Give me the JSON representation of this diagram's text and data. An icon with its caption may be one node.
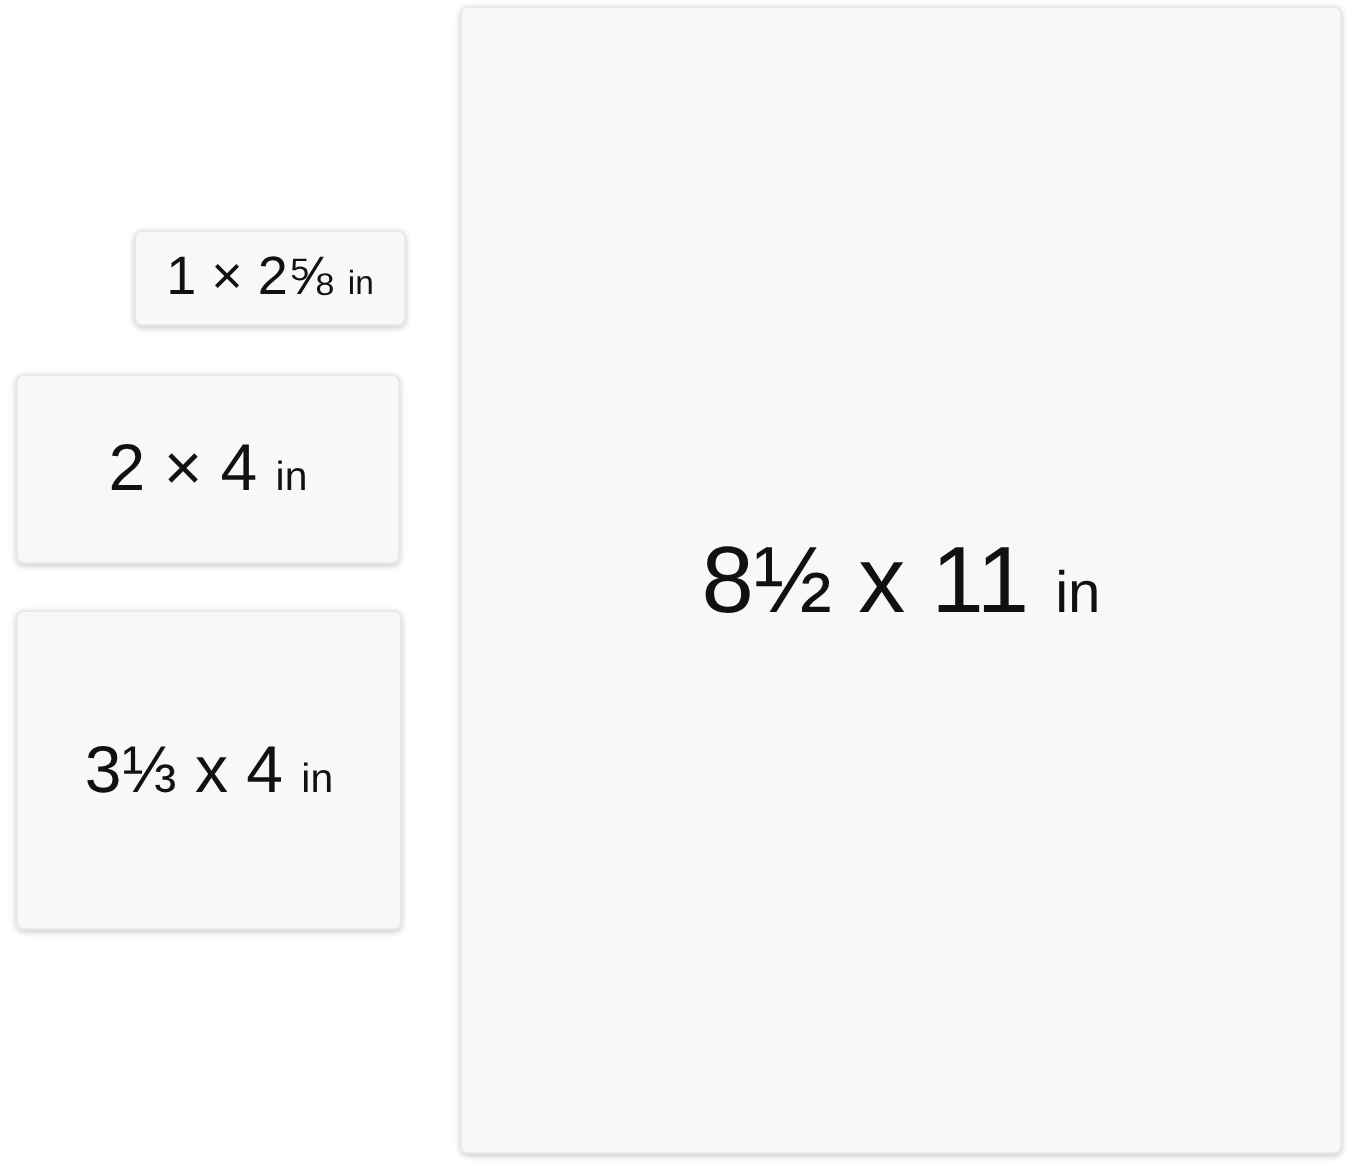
{
  "diagram": {
    "nodes": [
      {
        "text": [
          "1 × 2⅝ in"
        ]
      },
      {
        "text": [
          "2 × 4 in"
        ]
      },
      {
        "text": [
          "3⅓ x 4 in"
        ]
      },
      {
        "text": [
          "8½ x 11 in"
        ]
      }
    ]
  }
}
